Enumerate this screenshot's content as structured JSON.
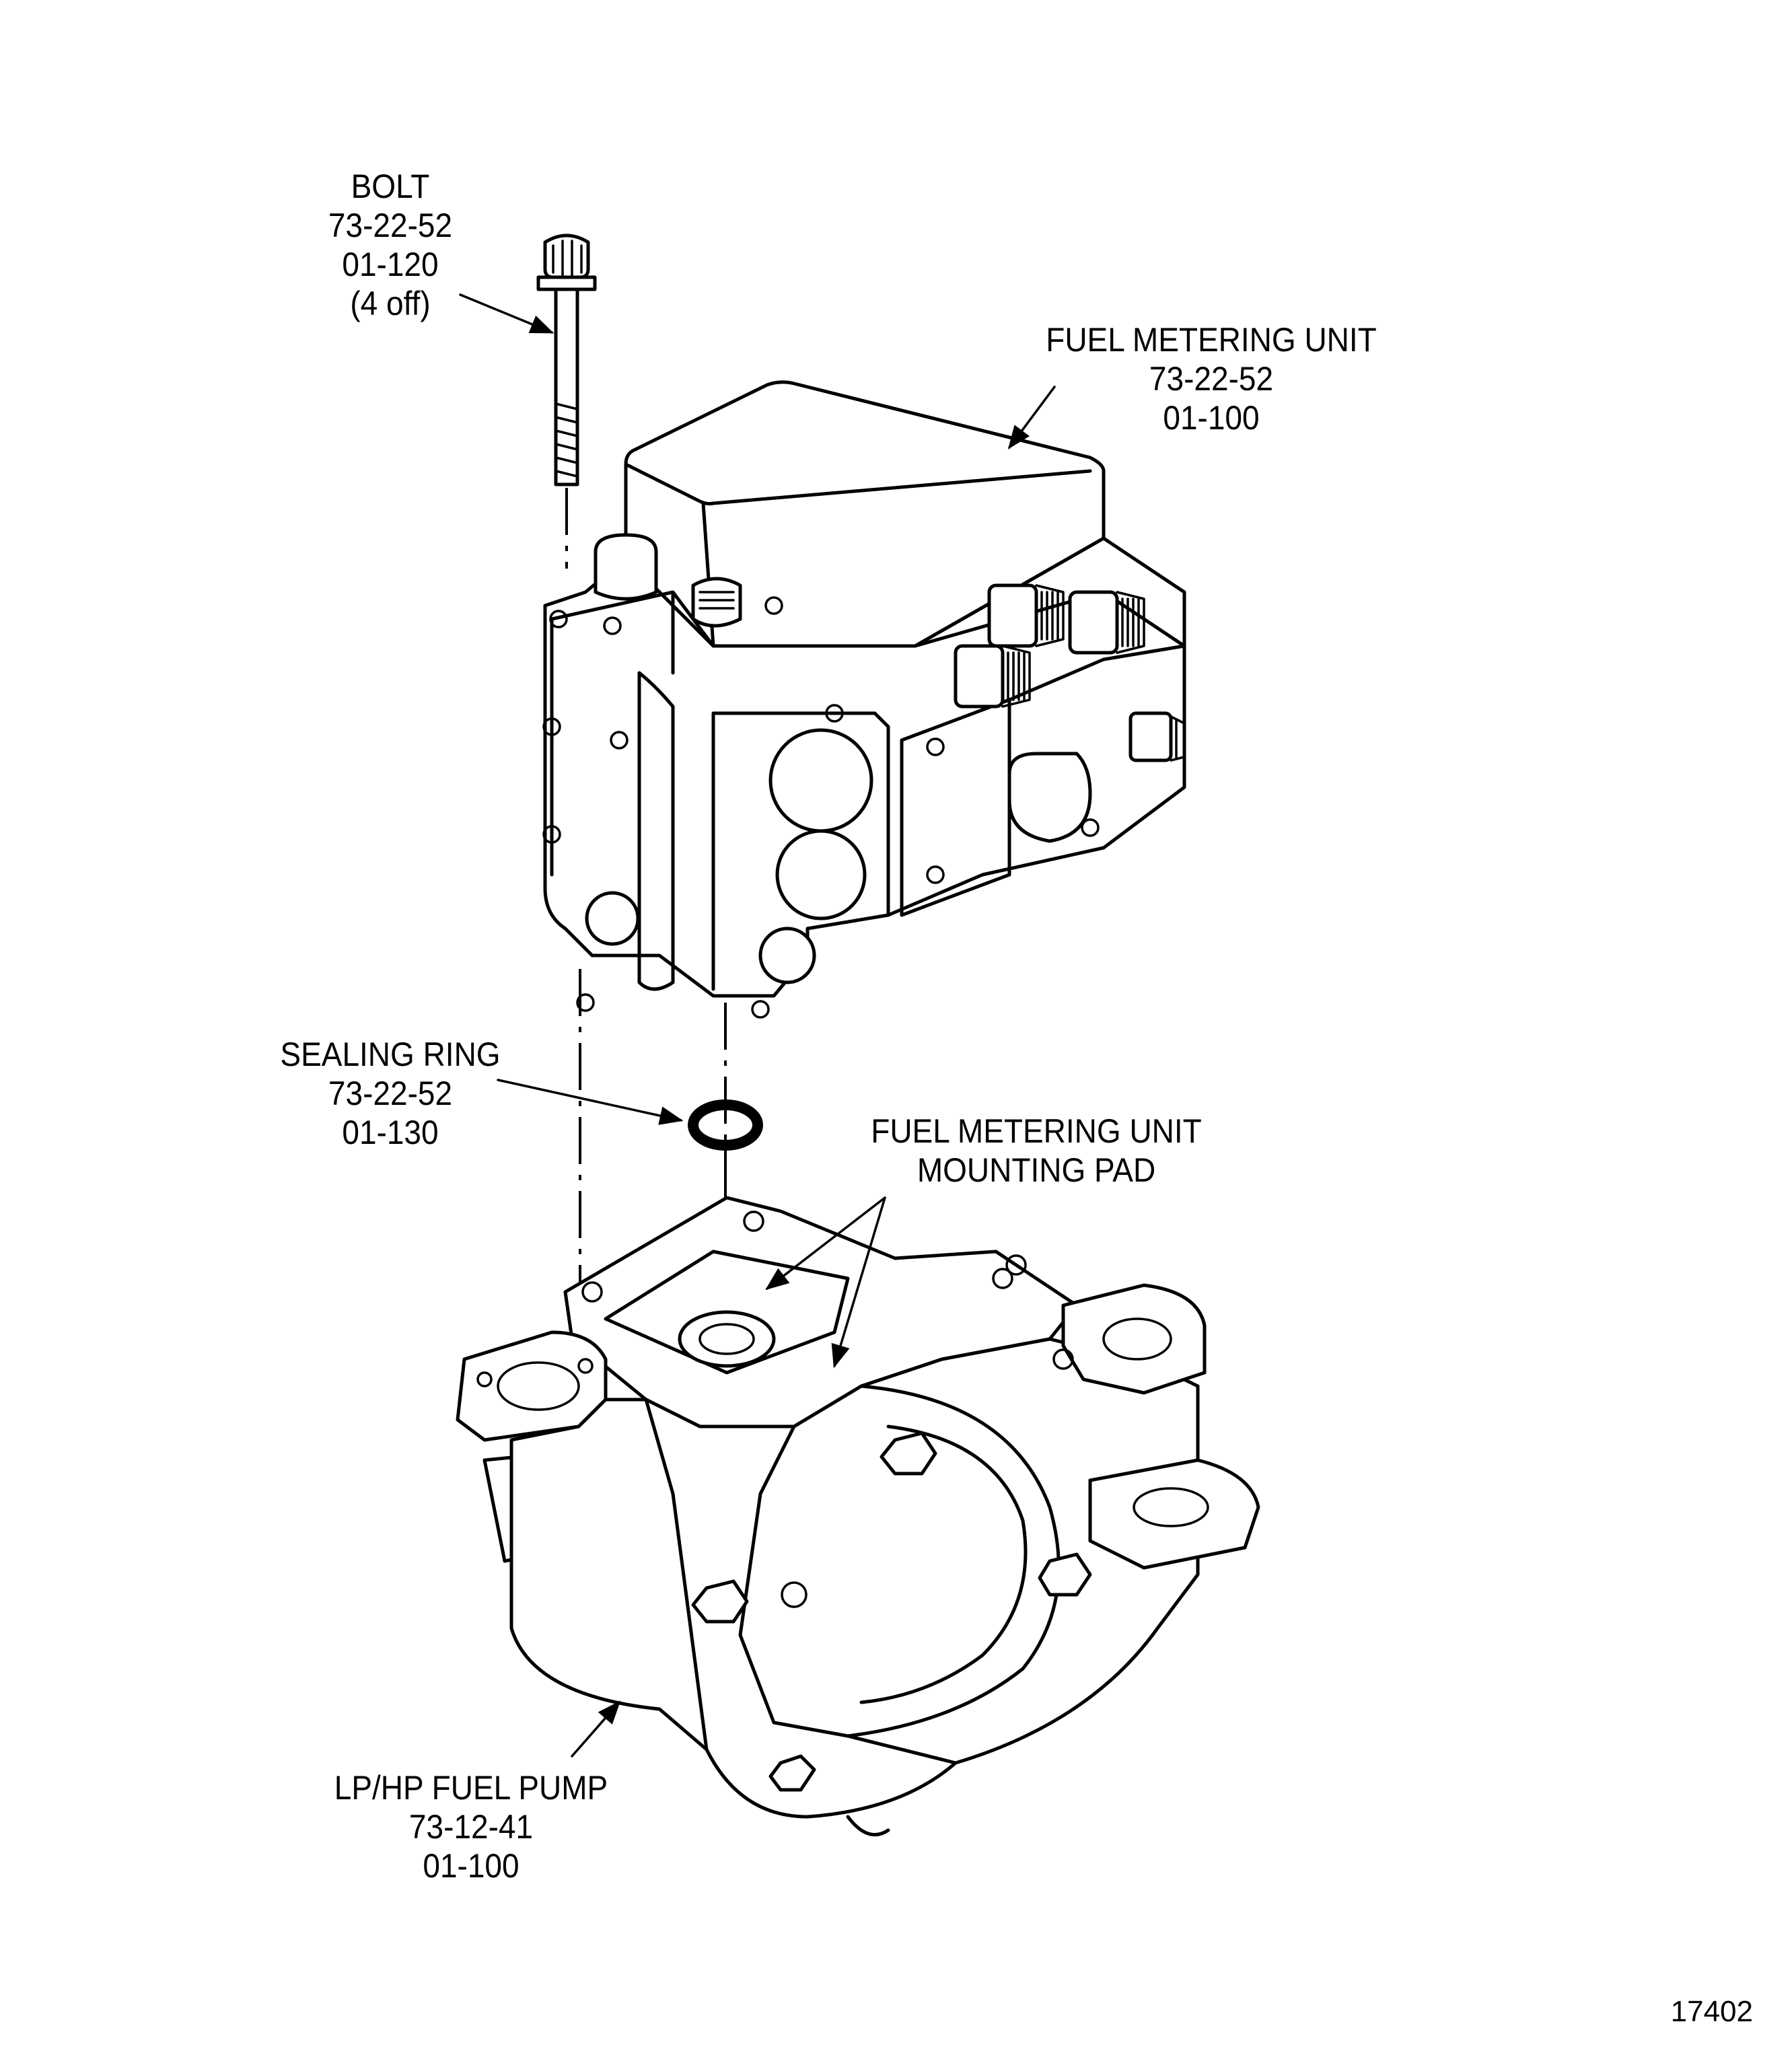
{
  "figure": {
    "number": "17402",
    "title": "Fuel metering unit installation on LP/HP fuel pump"
  },
  "callouts": [
    {
      "id": "bolt",
      "lines": [
        "BOLT",
        "73-22-52",
        "01-120",
        "(4 off)"
      ]
    },
    {
      "id": "fuel-metering-unit",
      "lines": [
        "FUEL METERING UNIT",
        "73-22-52",
        "01-100"
      ]
    },
    {
      "id": "sealing-ring",
      "lines": [
        "SEALING RING",
        "73-22-52",
        "01-130"
      ]
    },
    {
      "id": "mounting-pad",
      "lines": [
        "FUEL METERING UNIT",
        "MOUNTING PAD"
      ]
    },
    {
      "id": "fuel-pump",
      "lines": [
        "LP/HP FUEL PUMP",
        "73-12-41",
        "01-100"
      ]
    }
  ]
}
